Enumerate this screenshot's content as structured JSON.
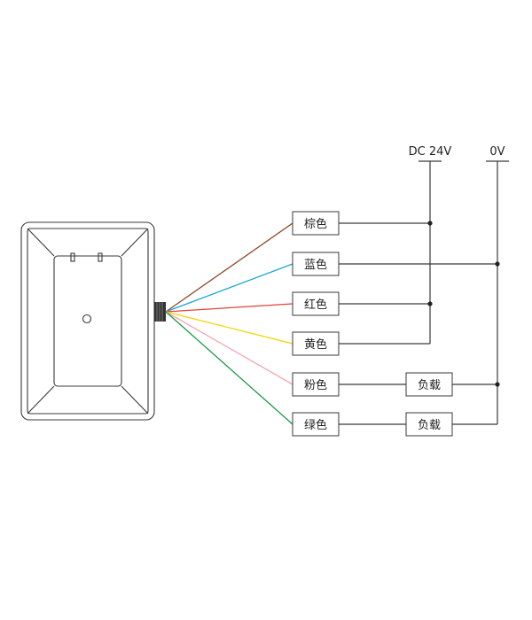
{
  "supply": {
    "positive_label": "DC 24V",
    "negative_label": "0V"
  },
  "wires": [
    {
      "label": "棕色",
      "color": "#8b4a2b"
    },
    {
      "label": "蓝色",
      "color": "#1aa7d6"
    },
    {
      "label": "红色",
      "color": "#e2413a"
    },
    {
      "label": "黄色",
      "color": "#f2d400"
    },
    {
      "label": "粉色",
      "color": "#f3a7b5"
    },
    {
      "label": "绿色",
      "color": "#1d9a4a"
    }
  ],
  "loads": [
    {
      "label": "负载"
    },
    {
      "label": "负载"
    }
  ]
}
